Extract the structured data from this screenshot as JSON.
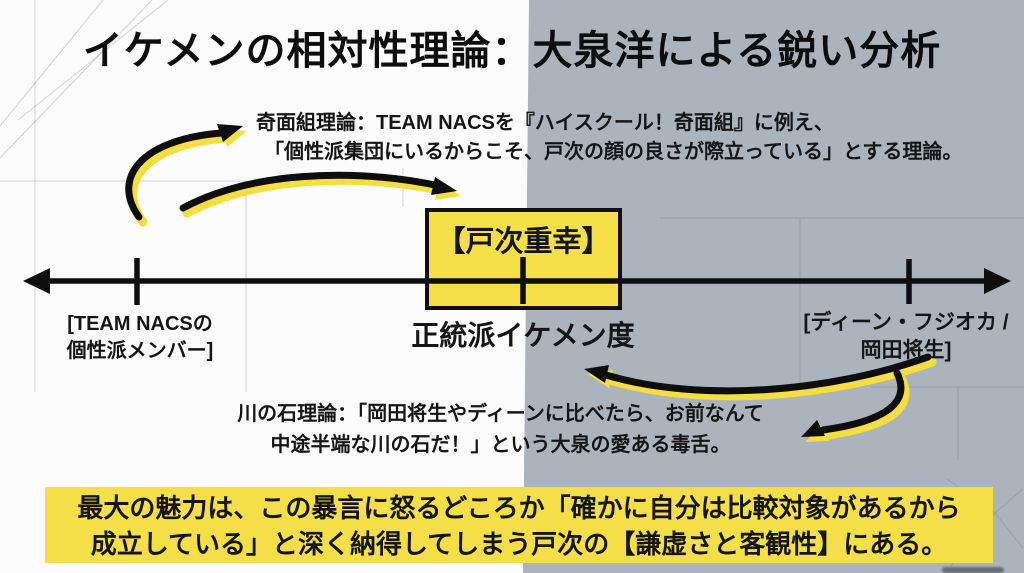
{
  "title": "イケメンの相対性理論：大泉洋による鋭い分析",
  "annotations": {
    "kimengumi": {
      "line1": "奇面組理論：TEAM NACSを『ハイスクール！奇面組』に例え、",
      "line2": "「個性派集団にいるからこそ、戸次の顔の良さが際立っている」とする理論。"
    },
    "kawa_no_ishi": {
      "line1": "川の石理論：「岡田将生やディーンに比べたら、お前なんて",
      "line2": "中途半端な川の石だ！」という大泉の愛ある毒舌。"
    }
  },
  "axis": {
    "center_box_label": "【戸次重幸】",
    "axis_label": "正統派イケメン度",
    "left_label_line1": "[TEAM NACSの",
    "left_label_line2": "個性派メンバー]",
    "right_label_line1": "[ディーン・フジオカ /",
    "right_label_line2": "岡田将生]"
  },
  "conclusion": {
    "line1": "最大の魅力は、この暴言に怒るどころか「確かに自分は比較対象があるから",
    "line2": "成立している」と深く納得してしまう戸次の【謙虚さと客観性】にある。"
  },
  "colors": {
    "highlight_yellow": "#f5df49",
    "arrow_highlight_yellow": "#f4de44",
    "background_right": "#abb4bc",
    "background_left": "#fcfcfc",
    "ink": "#101010"
  }
}
